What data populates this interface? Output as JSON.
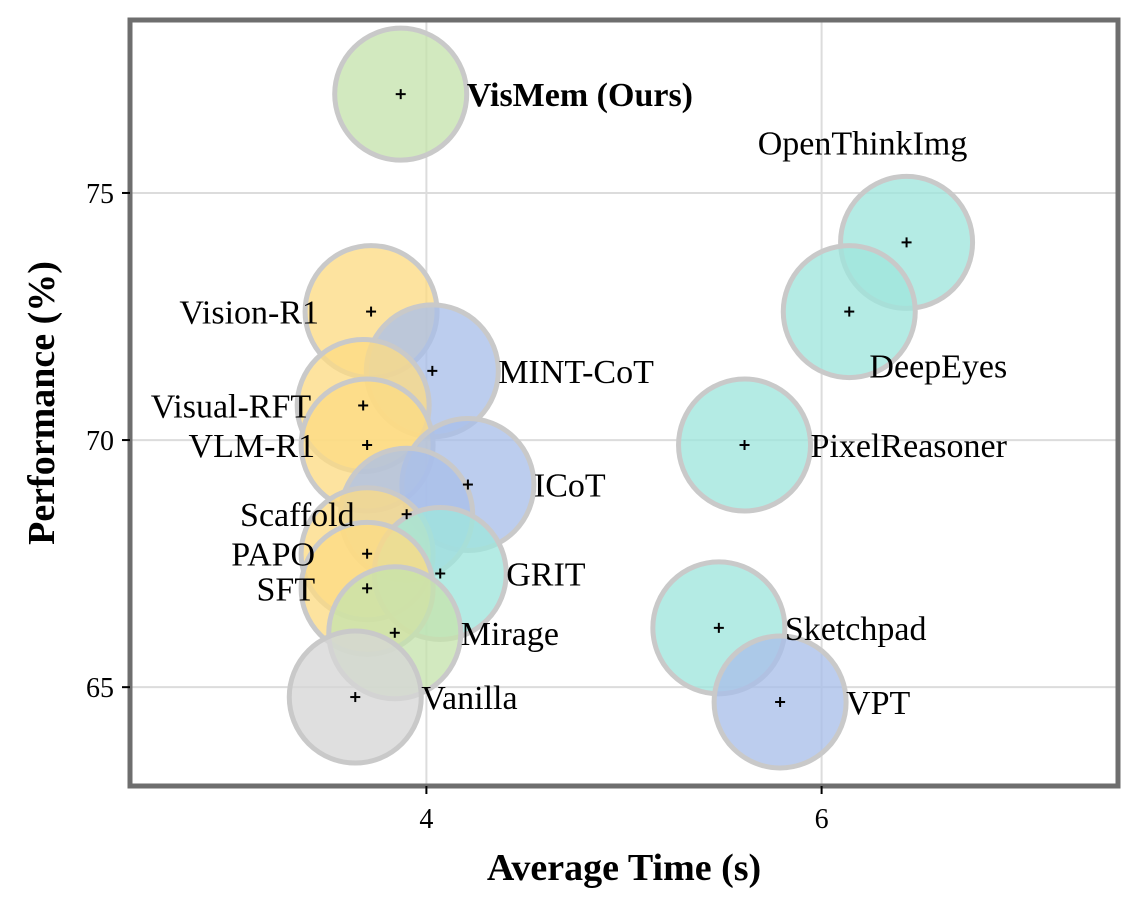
{
  "chart_data": {
    "type": "scatter",
    "xlabel": "Average Time (s)",
    "ylabel": "Performance (%)",
    "xlim": [
      2.5,
      7.5
    ],
    "ylim": [
      63,
      78.5
    ],
    "xticks": [
      {
        "value": 4,
        "label": "4"
      },
      {
        "value": 6,
        "label": "6"
      }
    ],
    "yticks": [
      {
        "value": 65,
        "label": "65"
      },
      {
        "value": 70,
        "label": "70"
      },
      {
        "value": 75,
        "label": "75"
      }
    ],
    "grid": true,
    "colors": {
      "green": "#c5e3ad",
      "teal": "#9fe5dc",
      "blue": "#a9bfe9",
      "yellow": "#fcdb84",
      "gray": "#d6d6d6",
      "ring": "#c9c9c9",
      "frame": "#6e6e6e",
      "grid": "#dcdcdc"
    },
    "points": [
      {
        "name": "VisMem (Ours)",
        "x": 3.87,
        "y": 77.0,
        "color": "green",
        "bold": true,
        "label_side": "right"
      },
      {
        "name": "OpenThinkImg",
        "x": 6.43,
        "y": 74.0,
        "color": "teal",
        "bold": false,
        "label_side": "above"
      },
      {
        "name": "DeepEyes",
        "x": 6.14,
        "y": 72.6,
        "color": "teal",
        "bold": false,
        "label_side": "below-right"
      },
      {
        "name": "Vision-R1",
        "x": 3.72,
        "y": 72.6,
        "color": "yellow",
        "bold": false,
        "label_side": "left"
      },
      {
        "name": "MINT-CoT",
        "x": 4.03,
        "y": 71.4,
        "color": "blue",
        "bold": false,
        "label_side": "right"
      },
      {
        "name": "Visual-RFT",
        "x": 3.68,
        "y": 70.7,
        "color": "yellow",
        "bold": false,
        "label_side": "left"
      },
      {
        "name": "VLM-R1",
        "x": 3.7,
        "y": 69.9,
        "color": "yellow",
        "bold": false,
        "label_side": "left"
      },
      {
        "name": "PixelReasoner",
        "x": 5.61,
        "y": 69.9,
        "color": "teal",
        "bold": false,
        "label_side": "right"
      },
      {
        "name": "ICoT",
        "x": 4.21,
        "y": 69.1,
        "color": "blue",
        "bold": false,
        "label_side": "right"
      },
      {
        "name": "Scaffold",
        "x": 3.9,
        "y": 68.5,
        "color": "blue",
        "bold": false,
        "label_side": "left"
      },
      {
        "name": "PAPO",
        "x": 3.7,
        "y": 67.7,
        "color": "yellow",
        "bold": false,
        "label_side": "left"
      },
      {
        "name": "GRIT",
        "x": 4.07,
        "y": 67.3,
        "color": "teal",
        "bold": false,
        "label_side": "right"
      },
      {
        "name": "SFT",
        "x": 3.7,
        "y": 67.0,
        "color": "yellow",
        "bold": false,
        "label_side": "left"
      },
      {
        "name": "Mirage",
        "x": 3.84,
        "y": 66.1,
        "color": "green",
        "bold": false,
        "label_side": "right"
      },
      {
        "name": "Sketchpad",
        "x": 5.48,
        "y": 66.2,
        "color": "teal",
        "bold": false,
        "label_side": "right"
      },
      {
        "name": "Vanilla",
        "x": 3.64,
        "y": 64.8,
        "color": "gray",
        "bold": false,
        "label_side": "right"
      },
      {
        "name": "VPT",
        "x": 5.79,
        "y": 64.7,
        "color": "blue",
        "bold": false,
        "label_side": "right"
      }
    ]
  }
}
